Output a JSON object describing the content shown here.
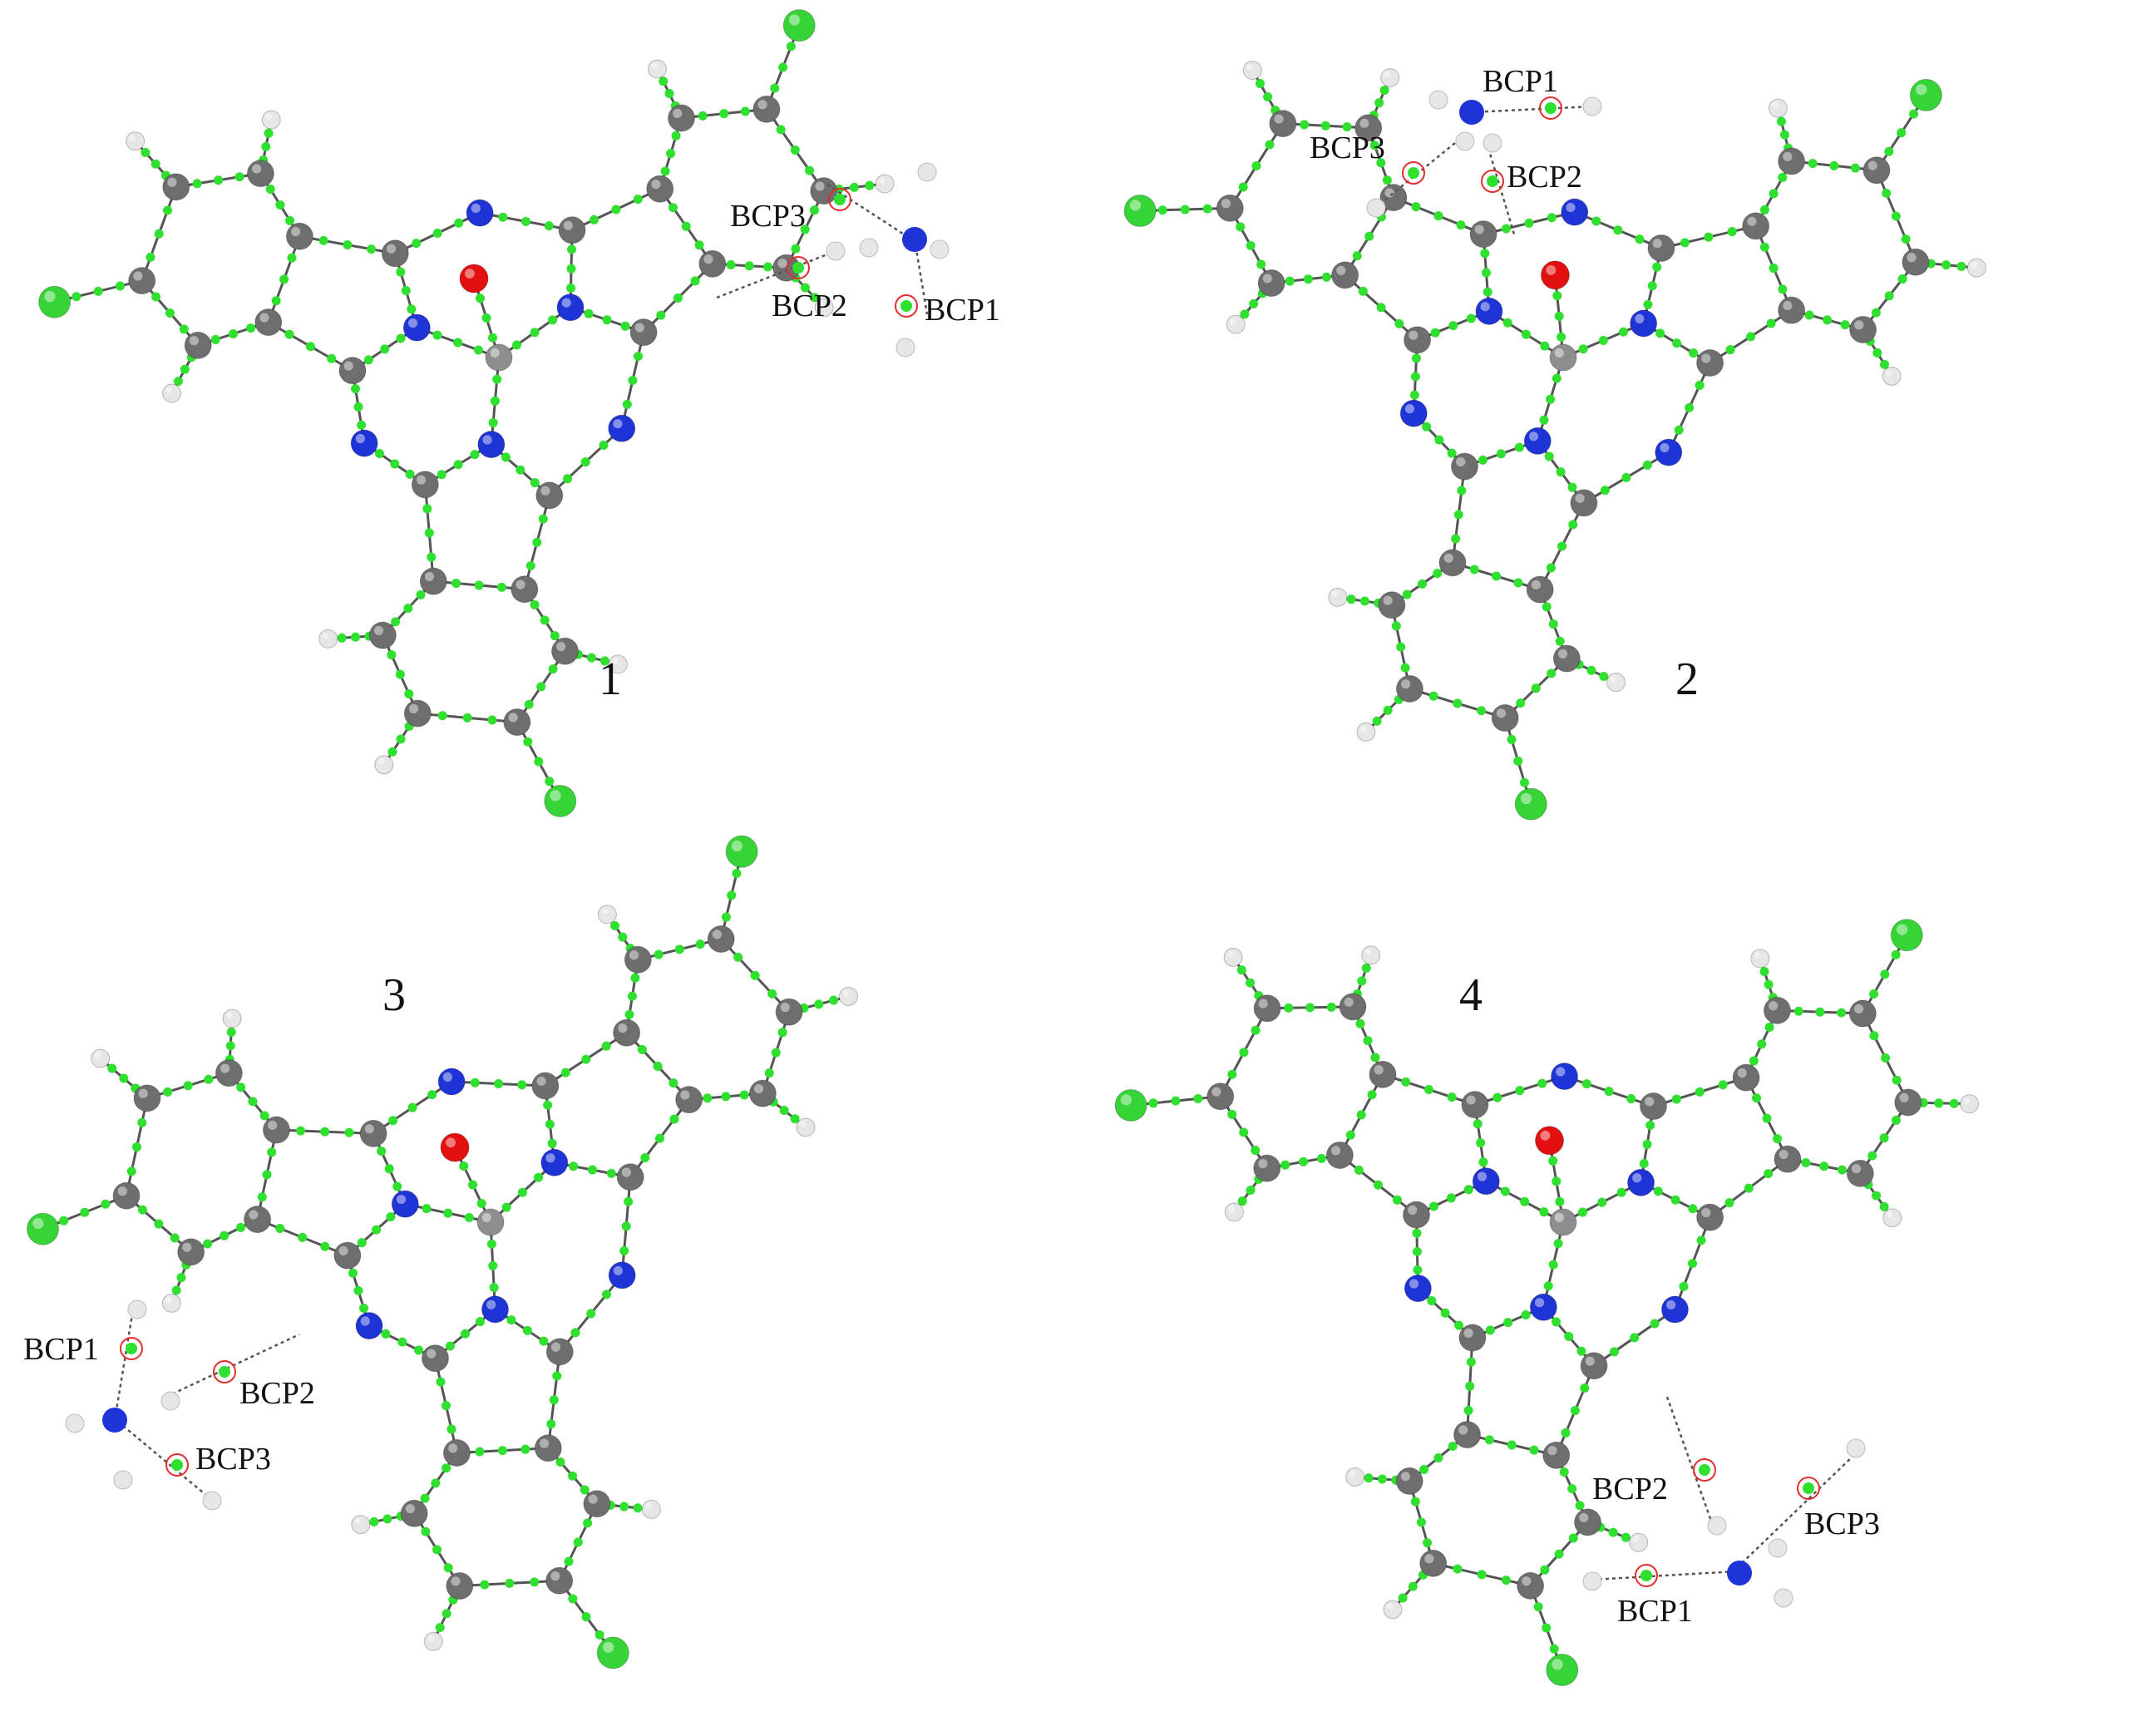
{
  "colors": {
    "carbon": "#6e6e6e",
    "nitrogen": "#1f34d6",
    "chlorine": "#36d436",
    "hydrogen": "#e6e6e6",
    "oxygen": "#e21010",
    "metal": "#8e8e8e",
    "critical_point": "#2fe02f",
    "bcp_ring": "#e02d2d",
    "bond": "#555555",
    "hbond": "#555555"
  },
  "panels": [
    {
      "id": "1",
      "label": "1",
      "bcps": [
        "BCP1",
        "BCP2",
        "BCP3"
      ]
    },
    {
      "id": "2",
      "label": "2",
      "bcps": [
        "BCP1",
        "BCP2",
        "BCP3"
      ]
    },
    {
      "id": "3",
      "label": "3",
      "bcps": [
        "BCP1",
        "BCP2",
        "BCP3"
      ]
    },
    {
      "id": "4",
      "label": "4",
      "bcps": [
        "BCP1",
        "BCP2",
        "BCP3"
      ]
    }
  ]
}
